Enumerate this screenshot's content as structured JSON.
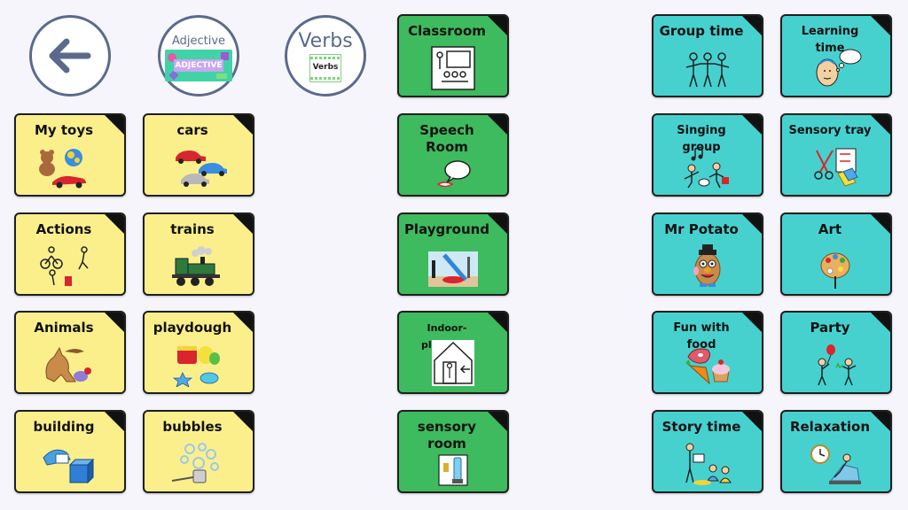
{
  "nav": {
    "back_icon": "left-arrow-icon",
    "adjective_label": "Adjective",
    "adjective_card_text": "ADJECTIVE",
    "verbs_label": "Verbs",
    "verbs_card_text": "Verbs"
  },
  "tiles": {
    "my_toys": "My toys",
    "cars": "cars",
    "actions": "Actions",
    "trains": "trains",
    "animals": "Animals",
    "playdough": "playdough",
    "building": "building",
    "bubbles": "bubbles",
    "classroom": "Classroom",
    "speech_room_1": "Speech",
    "speech_room_2": "Room",
    "playground": "Playground",
    "indoor_playroom": "Indoor-playroom",
    "sensory_room_1": "sensory",
    "sensory_room_2": "room",
    "group_time": "Group time",
    "learning_time": "Learning time",
    "singing_group": "Singing group",
    "sensory_tray": "Sensory tray",
    "mr_potato": "Mr Potato",
    "art": "Art",
    "fun_with_food": "Fun with food",
    "party": "Party",
    "story_time": "Story time",
    "relaxation": "Relaxation"
  },
  "colors": {
    "yellow": "#fbef8c",
    "green": "#3dbb5e",
    "teal": "#46d1cf",
    "nav_outline": "#5b6a8c"
  }
}
